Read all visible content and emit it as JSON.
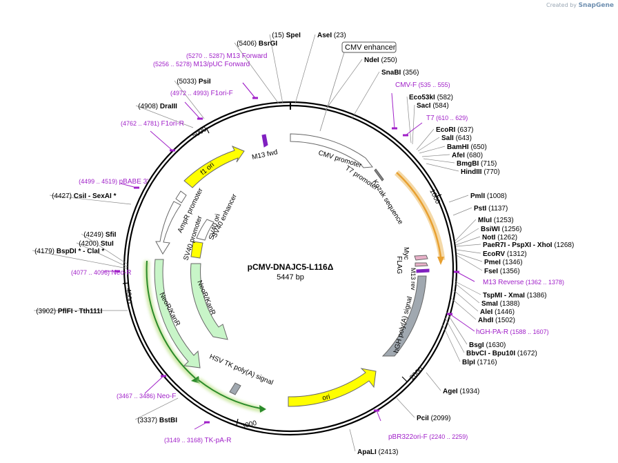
{
  "credit": {
    "prefix": "Created by",
    "brand": "SnapGene"
  },
  "plasmid": {
    "name": "pCMV-DNAJC5-L116Δ",
    "size_label": "5447 bp"
  },
  "ruler": [
    "1000",
    "2000",
    "3000",
    "4000",
    "5000"
  ],
  "features": [
    {
      "label": "CMV enhancer",
      "boxed": true
    },
    {
      "label": "CMV promoter"
    },
    {
      "label": "T7 promoter"
    },
    {
      "label": "Kozak sequence"
    },
    {
      "label": "Myc"
    },
    {
      "label": "FLAG"
    },
    {
      "label": "M13 rev"
    },
    {
      "label": "hGH poly(A) signal"
    },
    {
      "label": "ori"
    },
    {
      "label": "HSV TK poly(A) signal"
    },
    {
      "label": "NeoR/KanR"
    },
    {
      "label": "NeoR/KanR"
    },
    {
      "label": "SV40 ori"
    },
    {
      "label": "SV40 promoter"
    },
    {
      "label": "SV40 enhancer"
    },
    {
      "label": "AmpR promoter"
    },
    {
      "label": "f1 ori"
    },
    {
      "label": "M13 fwd"
    }
  ],
  "enzymes": [
    {
      "name": "SpeI",
      "pos": "(15)"
    },
    {
      "name": "AseI",
      "pos": "(23)"
    },
    {
      "name": "BsrGI",
      "pos": "(5406)"
    },
    {
      "name": "NdeI",
      "pos": "(250)"
    },
    {
      "name": "SnaBI",
      "pos": "(356)"
    },
    {
      "name": "Eco53kI",
      "pos": "(582)"
    },
    {
      "name": "SacI",
      "pos": "(584)"
    },
    {
      "name": "EcoRI",
      "pos": "(637)"
    },
    {
      "name": "SalI",
      "pos": "(643)"
    },
    {
      "name": "BamHI",
      "pos": "(650)"
    },
    {
      "name": "AfeI",
      "pos": "(680)"
    },
    {
      "name": "BmgBI",
      "pos": "(715)"
    },
    {
      "name": "HindIII",
      "pos": "(770)"
    },
    {
      "name": "PmlI",
      "pos": "(1008)"
    },
    {
      "name": "PstI",
      "pos": "(1137)"
    },
    {
      "name": "MluI",
      "pos": "(1253)"
    },
    {
      "name": "BsiWI",
      "pos": "(1256)"
    },
    {
      "name": "NotI",
      "pos": "(1262)"
    },
    {
      "name": "PaeR7I  - PspXI  - XhoI",
      "pos": "(1268)"
    },
    {
      "name": "EcoRV",
      "pos": "(1312)"
    },
    {
      "name": "PmeI",
      "pos": "(1346)"
    },
    {
      "name": "FseI",
      "pos": "(1356)"
    },
    {
      "name": "TspMI  - XmaI",
      "pos": "(1386)"
    },
    {
      "name": "SmaI",
      "pos": "(1388)"
    },
    {
      "name": "AleI",
      "pos": "(1446)"
    },
    {
      "name": "AhdI",
      "pos": "(1502)"
    },
    {
      "name": "BsgI",
      "pos": "(1630)"
    },
    {
      "name": "BbvCI  - Bpu10I",
      "pos": "(1672)"
    },
    {
      "name": "BlpI",
      "pos": "(1716)"
    },
    {
      "name": "AgeI",
      "pos": "(1934)"
    },
    {
      "name": "PciI",
      "pos": "(2099)"
    },
    {
      "name": "ApaLI",
      "pos": "(2413)"
    },
    {
      "name": "BstBI",
      "pos": "(3337)"
    },
    {
      "name": "PflFI  - Tth111I",
      "pos": "(3902)"
    },
    {
      "name": "BspDI *  - ClaI *",
      "pos": "(4179)"
    },
    {
      "name": "StuI",
      "pos": "(4200)"
    },
    {
      "name": "SfiI",
      "pos": "(4249)"
    },
    {
      "name": "CsiI  - SexAI *",
      "pos": "(4427)"
    },
    {
      "name": "DraIII",
      "pos": "(4908)"
    },
    {
      "name": "PsiI",
      "pos": "(5033)"
    }
  ],
  "primers": [
    {
      "name": "M13 Forward",
      "range": "(5270 .. 5287)"
    },
    {
      "name": "M13/pUC Forward",
      "range": "(5256 .. 5278)"
    },
    {
      "name": "F1ori-F",
      "range": "(4972 .. 4993)"
    },
    {
      "name": "F1ori-R",
      "range": "(4762 .. 4781)"
    },
    {
      "name": "pBABE 3'",
      "range": "(4499 .. 4519)"
    },
    {
      "name": "Neo-R",
      "range": "(4077 .. 4096)"
    },
    {
      "name": "Neo-F",
      "range": "(3467 .. 3486)"
    },
    {
      "name": "TK-pA-R",
      "range": "(3149 .. 3168)"
    },
    {
      "name": "pBR322ori-F",
      "range": "(2240 .. 2259)"
    },
    {
      "name": "CMV-F",
      "range": "(535 .. 555)"
    },
    {
      "name": "T7",
      "range": "(610 .. 629)"
    },
    {
      "name": "M13 Reverse",
      "range": "(1362 .. 1378)"
    },
    {
      "name": "hGH-PA-R",
      "range": "(1588 .. 1607)"
    }
  ],
  "colors": {
    "primer": "#a020c8",
    "enzyme": "#000000",
    "ori": "#ffff00",
    "neo": "#c8f5c8",
    "orange": "#e8a030",
    "grey": "#a0a8b0",
    "pink": "#e8b0c8"
  }
}
